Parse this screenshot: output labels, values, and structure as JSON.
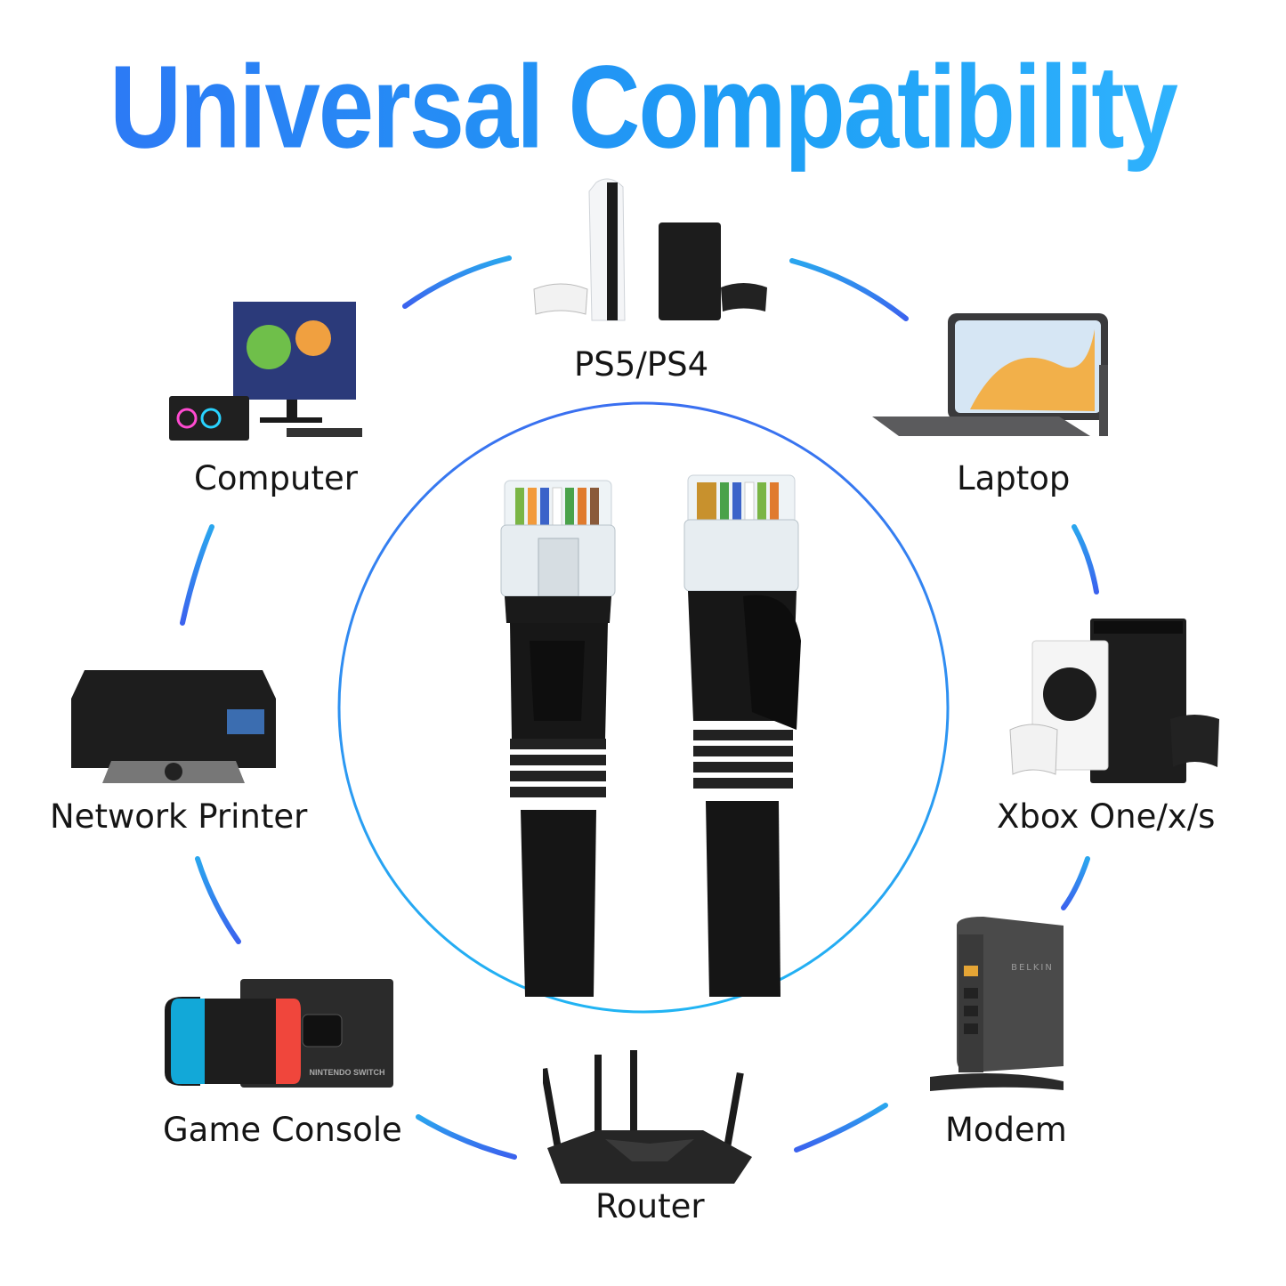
{
  "title": "Universal Compatibility",
  "colors": {
    "accent_blue": "#2f74f5",
    "accent_cyan": "#1fa7f0",
    "cable_black": "#141414"
  },
  "devices": [
    {
      "label": "PS5/PS4",
      "icon": "ps5-ps4-console-icon"
    },
    {
      "label": "Computer",
      "icon": "desktop-computer-icon"
    },
    {
      "label": "Laptop",
      "icon": "laptop-icon"
    },
    {
      "label": "Network Printer",
      "icon": "printer-icon"
    },
    {
      "label": "Xbox One/x/s",
      "icon": "xbox-console-icon"
    },
    {
      "label": "Game Console",
      "icon": "nintendo-switch-icon"
    },
    {
      "label": "Modem",
      "icon": "modem-icon"
    },
    {
      "label": "Router",
      "icon": "router-icon"
    }
  ],
  "product_text": {
    "switch_brand": "NINTENDO SWITCH",
    "modem_brand": "BELKIN"
  }
}
